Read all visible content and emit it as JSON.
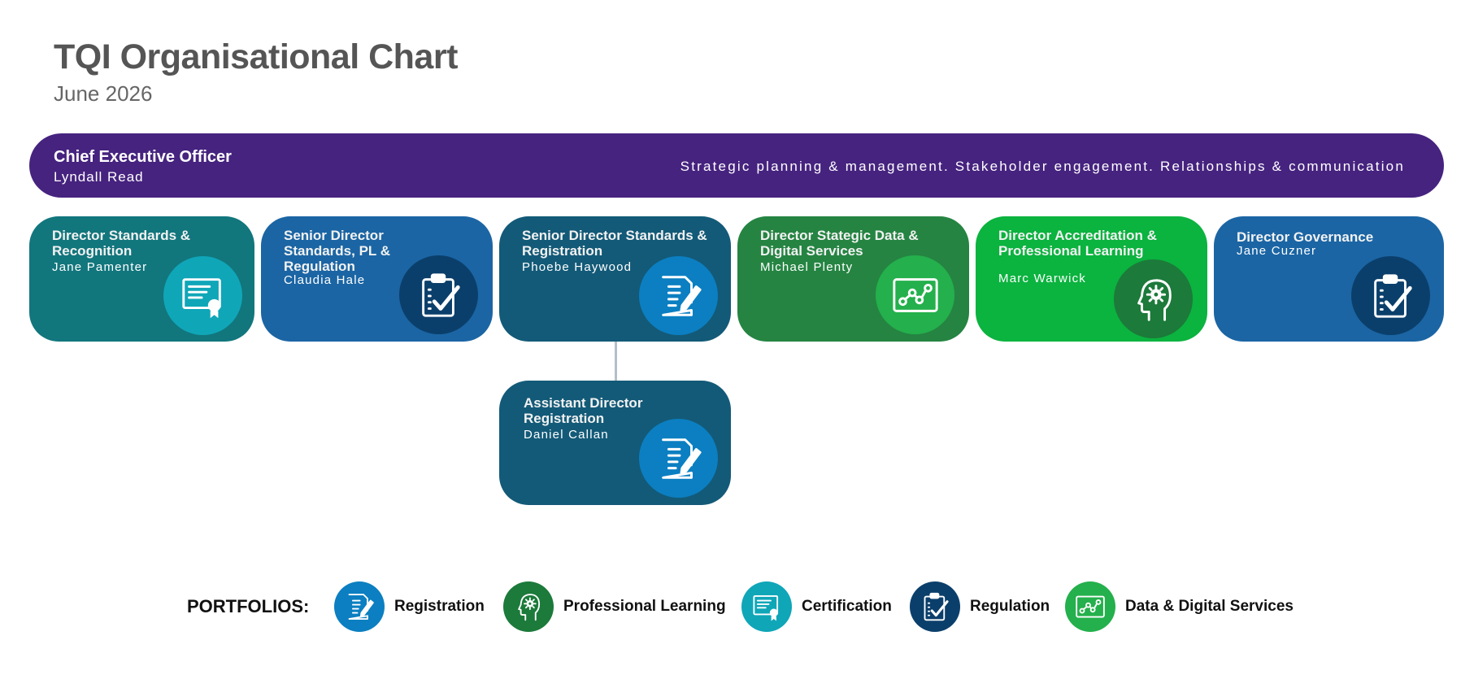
{
  "header": {
    "title": "TQI Organisational Chart",
    "subtitle": "June 2026"
  },
  "ceo": {
    "title": "Chief Executive Officer",
    "name": "Lyndall Read",
    "description": "Strategic planning & management. Stakeholder engagement. Relationships & communication",
    "color": "#46237f"
  },
  "directors": [
    {
      "title": "Director Standards & Recognition",
      "name": "Jane Pamenter",
      "icon": "certificate-icon",
      "card_color": "#12767d",
      "icon_color": "#0fa6b8"
    },
    {
      "title": "Senior Director Standards, PL & Regulation",
      "name": "Claudia Hale",
      "icon": "clipboard-check-icon",
      "card_color": "#1b65a4",
      "icon_color": "#0b3f6b"
    },
    {
      "title": "Senior Director Standards & Registration",
      "name": "Phoebe Haywood",
      "icon": "document-edit-icon",
      "card_color": "#135a78",
      "icon_color": "#0b7fc1"
    },
    {
      "title": "Director Stategic Data & Digital Services",
      "name": "Michael Plenty",
      "icon": "chart-line-icon",
      "card_color": "#258442",
      "icon_color": "#24b04c"
    },
    {
      "title": "Director Accreditation & Professional Learning",
      "name": "Marc Warwick",
      "icon": "head-gear-icon",
      "card_color": "#0bb33f",
      "icon_color": "#1c7a3a"
    },
    {
      "title": "Director Governance",
      "name": "Jane Cuzner",
      "icon": "clipboard-check-icon",
      "card_color": "#1b65a4",
      "icon_color": "#0b3f6b"
    }
  ],
  "assistant": {
    "title": "Assistant Director Registration",
    "name": "Daniel Callan",
    "icon": "document-edit-icon",
    "card_color": "#135a78",
    "icon_color": "#0b7fc1"
  },
  "legend": {
    "heading": "PORTFOLIOS:",
    "items": [
      {
        "label": "Registration",
        "icon": "document-edit-icon",
        "color": "#0b7fc1"
      },
      {
        "label": "Professional Learning",
        "icon": "head-gear-icon",
        "color": "#1c7a3a"
      },
      {
        "label": "Certification",
        "icon": "certificate-icon",
        "color": "#0fa6b8"
      },
      {
        "label": "Regulation",
        "icon": "clipboard-check-icon",
        "color": "#0b3f6b"
      },
      {
        "label": "Data & Digital Services",
        "icon": "chart-line-icon",
        "color": "#24b04c"
      }
    ]
  }
}
